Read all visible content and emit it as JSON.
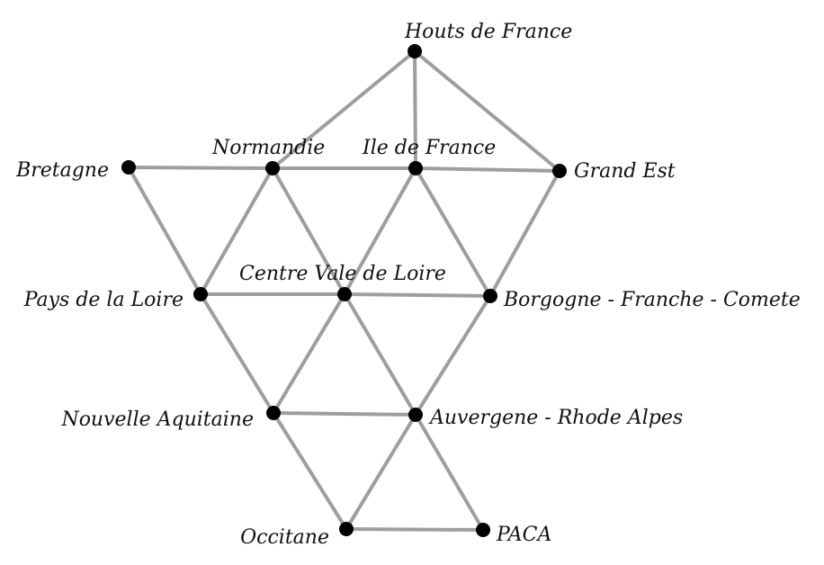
{
  "colors": {
    "edge": "#9e9e9e",
    "node": "#000000",
    "label": "#111111"
  },
  "nodes": [
    {
      "id": "hauts",
      "label": "Houts de France"
    },
    {
      "id": "normandie",
      "label": "Normandie"
    },
    {
      "id": "idf",
      "label": "Ile de France"
    },
    {
      "id": "bretagne",
      "label": "Bretagne"
    },
    {
      "id": "grandest",
      "label": "Grand Est"
    },
    {
      "id": "centre",
      "label": "Centre Vale de Loire"
    },
    {
      "id": "pdl",
      "label": "Pays de la Loire"
    },
    {
      "id": "bfc",
      "label": "Borgogne - Franche - Comete"
    },
    {
      "id": "na",
      "label": "Nouvelle Aquitaine"
    },
    {
      "id": "ara",
      "label": "Auvergene - Rhode Alpes"
    },
    {
      "id": "occitane",
      "label": "Occitane"
    },
    {
      "id": "paca",
      "label": "PACA"
    }
  ],
  "edges": [
    [
      "hauts",
      "normandie"
    ],
    [
      "hauts",
      "idf"
    ],
    [
      "hauts",
      "grandest"
    ],
    [
      "bretagne",
      "normandie"
    ],
    [
      "normandie",
      "idf"
    ],
    [
      "idf",
      "grandest"
    ],
    [
      "bretagne",
      "pdl"
    ],
    [
      "normandie",
      "pdl"
    ],
    [
      "normandie",
      "centre"
    ],
    [
      "idf",
      "centre"
    ],
    [
      "idf",
      "bfc"
    ],
    [
      "grandest",
      "bfc"
    ],
    [
      "pdl",
      "centre"
    ],
    [
      "centre",
      "bfc"
    ],
    [
      "pdl",
      "na"
    ],
    [
      "centre",
      "na"
    ],
    [
      "centre",
      "ara"
    ],
    [
      "bfc",
      "ara"
    ],
    [
      "na",
      "ara"
    ],
    [
      "na",
      "occitane"
    ],
    [
      "ara",
      "occitane"
    ],
    [
      "ara",
      "paca"
    ],
    [
      "occitane",
      "paca"
    ]
  ]
}
